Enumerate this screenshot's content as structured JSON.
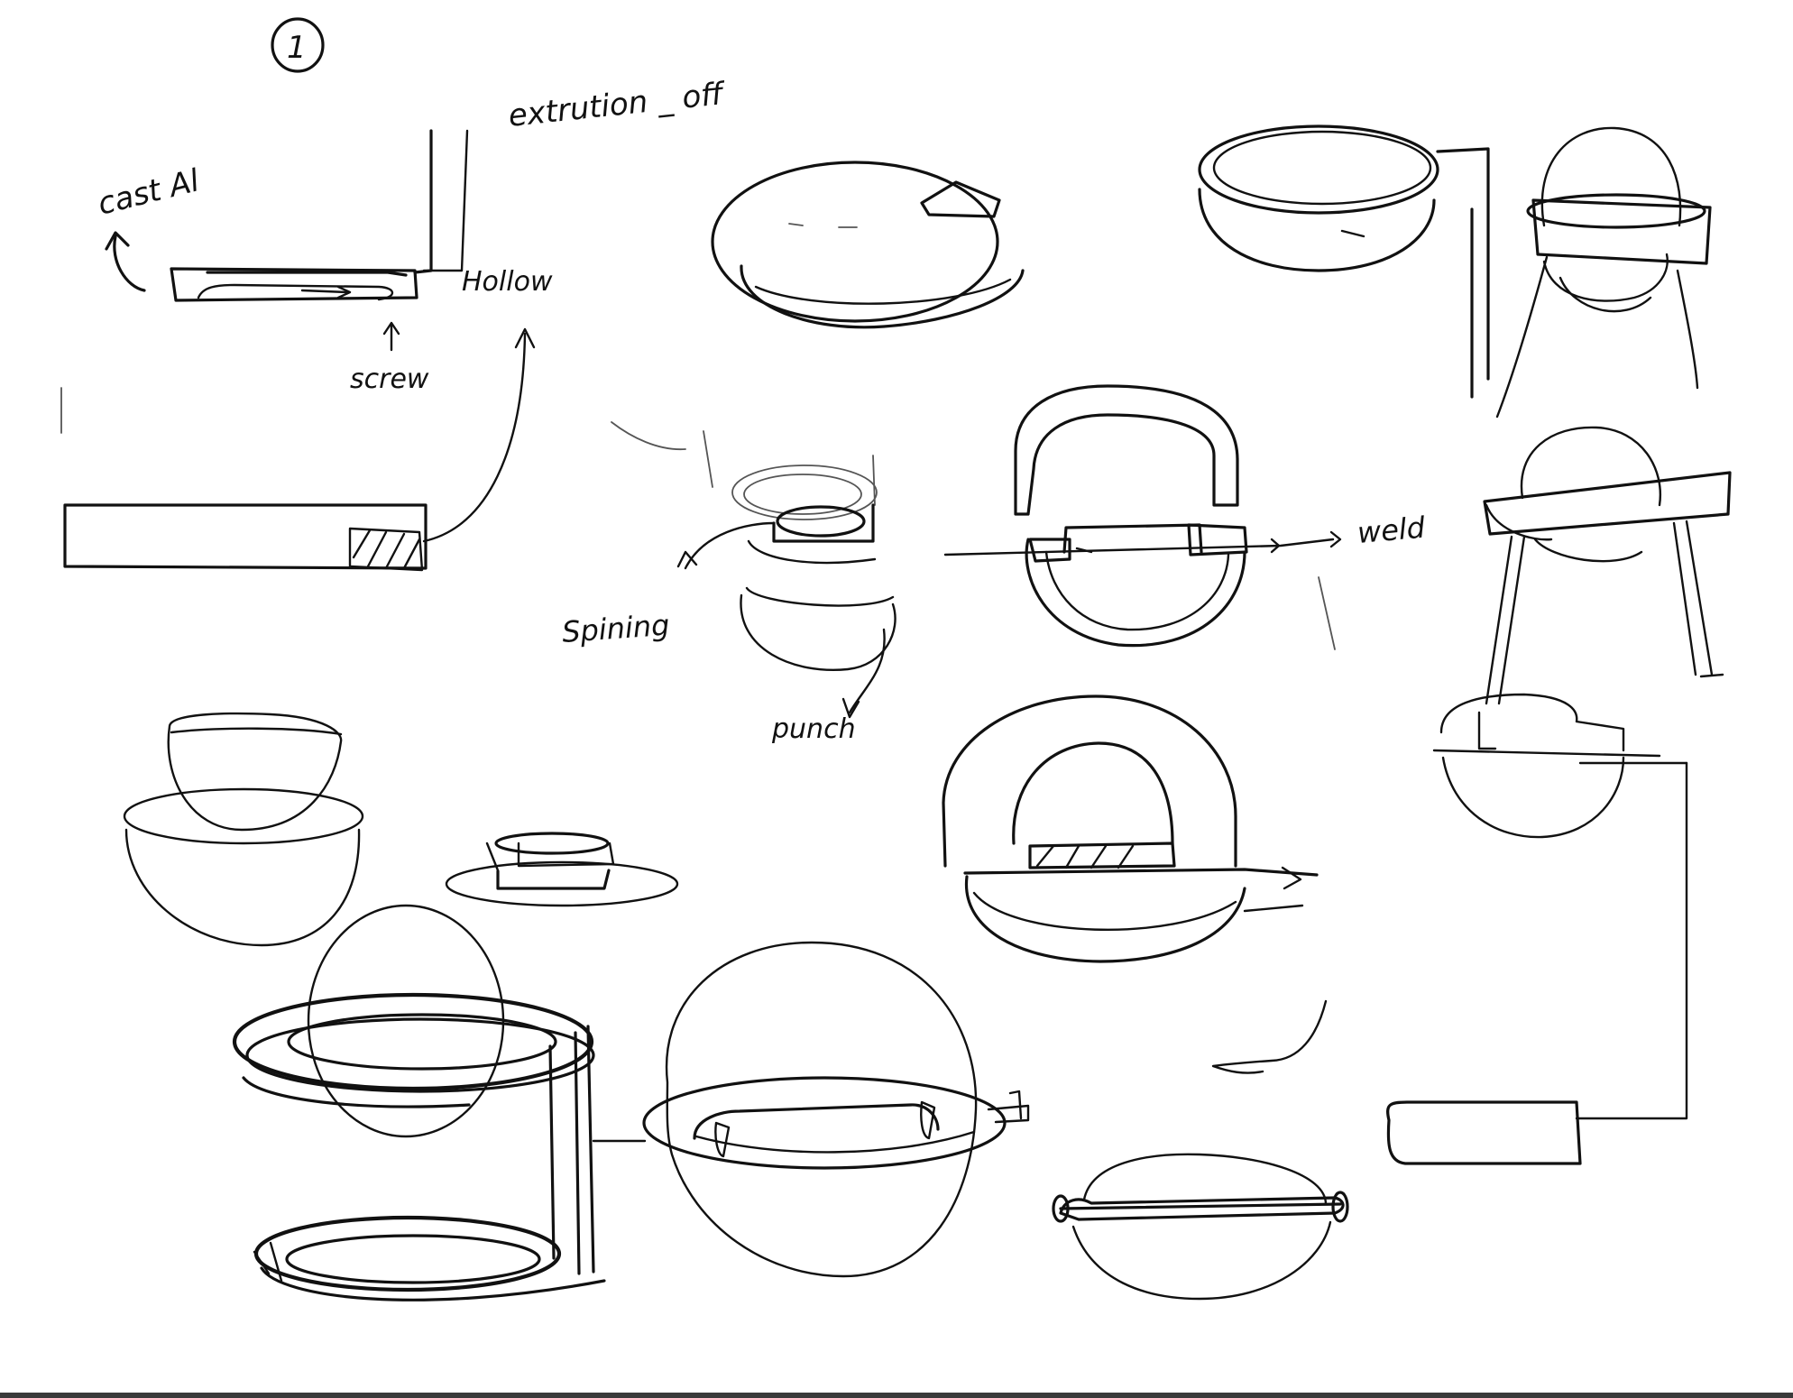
{
  "sheet_number": "1",
  "annotations": {
    "cast_al": "cast Al",
    "extrusion_off": "extrution _ off",
    "hollow": "Hollow",
    "screw": "screw",
    "spinning": "Spining",
    "punch": "punch",
    "weld": "weld"
  },
  "colors": {
    "ink": "#111111",
    "paper": "#ffffff"
  }
}
